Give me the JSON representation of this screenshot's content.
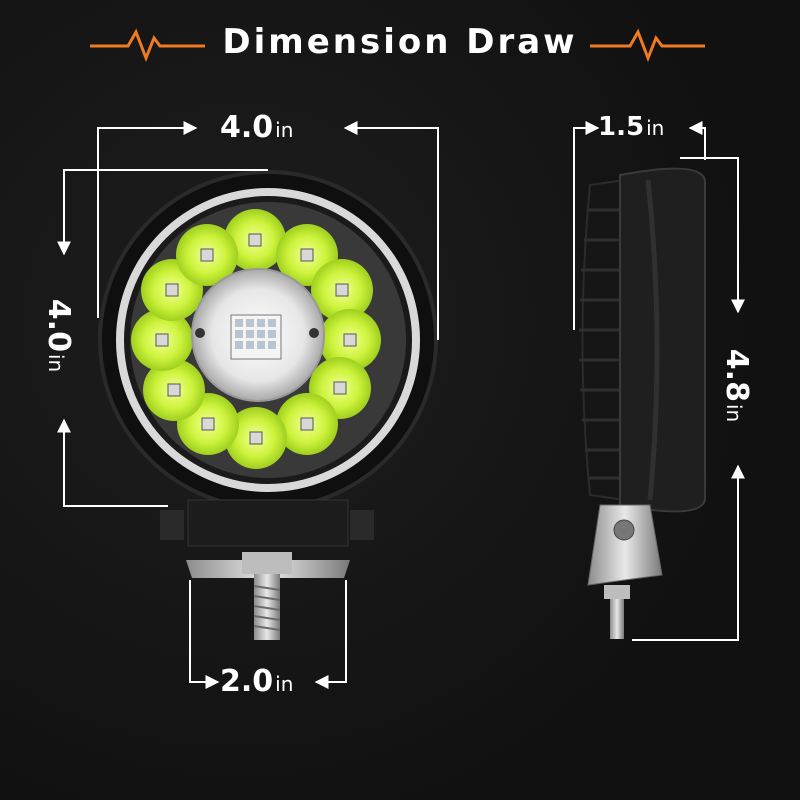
{
  "title": "Dimension Draw",
  "colors": {
    "accent": "#f07a22",
    "line": "#ffffff",
    "led": "#cdf33c",
    "housing": "#1b1b1b"
  },
  "dimensions": {
    "front_width": {
      "value": "4.0",
      "unit": "in"
    },
    "front_height": {
      "value": "4.0",
      "unit": "in"
    },
    "bracket_width": {
      "value": "2.0",
      "unit": "in"
    },
    "side_depth": {
      "value": "1.5",
      "unit": "in"
    },
    "side_height": {
      "value": "4.8",
      "unit": "in"
    }
  },
  "icons": [
    "heartbeat-icon",
    "arrow-icon"
  ]
}
